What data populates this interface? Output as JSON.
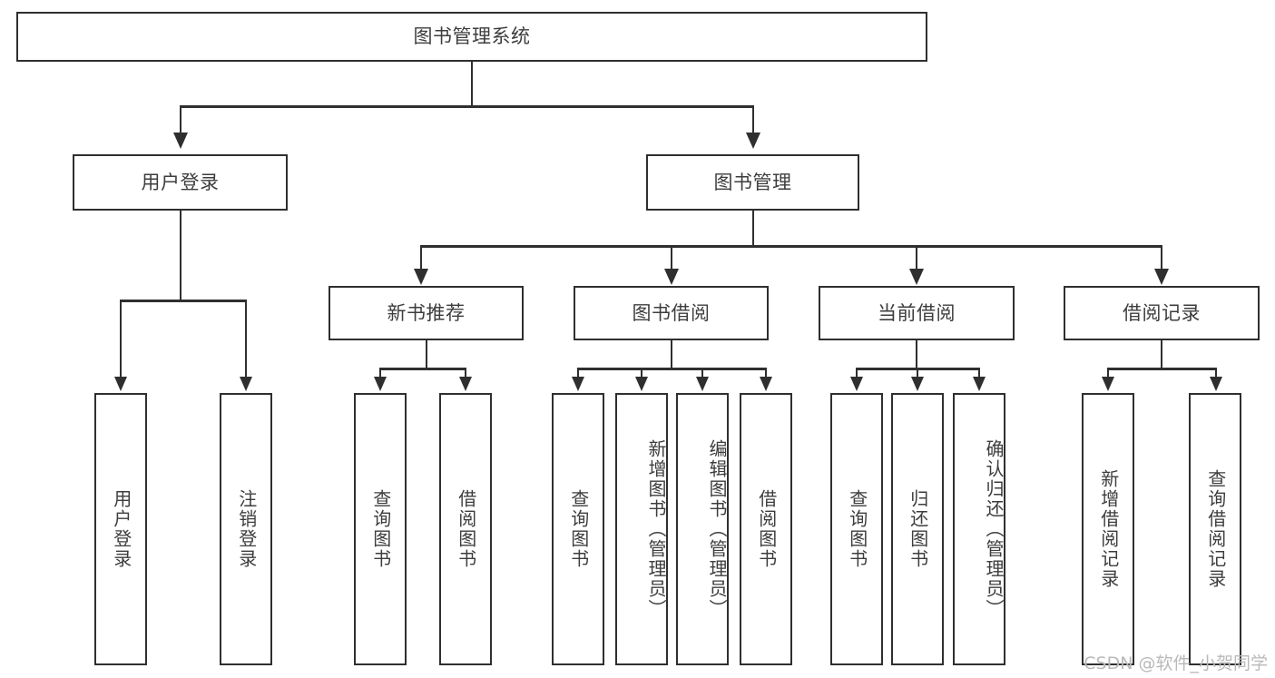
{
  "diagram": {
    "type": "tree",
    "title": "图书管理系统",
    "root": {
      "label": "图书管理系统"
    },
    "level2": [
      {
        "label": "用户登录"
      },
      {
        "label": "图书管理"
      }
    ],
    "level3": [
      {
        "label": "新书推荐"
      },
      {
        "label": "图书借阅"
      },
      {
        "label": "当前借阅"
      },
      {
        "label": "借阅记录"
      }
    ],
    "leaves": {
      "user_login": [
        {
          "label": "用户登录"
        },
        {
          "label": "注销登录"
        }
      ],
      "new_book_recommend": [
        {
          "label": "查询图书"
        },
        {
          "label": "借阅图书"
        }
      ],
      "book_borrow": [
        {
          "label": "查询图书"
        },
        {
          "label": "新增图书（管理员）"
        },
        {
          "label": "编辑图书（管理员）"
        },
        {
          "label": "借阅图书"
        }
      ],
      "current_borrow": [
        {
          "label": "查询图书"
        },
        {
          "label": "归还图书"
        },
        {
          "label": "确认归还（管理员）"
        }
      ],
      "borrow_record": [
        {
          "label": "新增借阅记录"
        },
        {
          "label": "查询借阅记录"
        }
      ]
    }
  },
  "watermark": {
    "text": "CSDN @软件_小贺同学"
  },
  "colors": {
    "stroke": "#2f2f2f",
    "text": "#3d3d3d",
    "background": "#ffffff",
    "watermark": "#b9b9b9"
  }
}
